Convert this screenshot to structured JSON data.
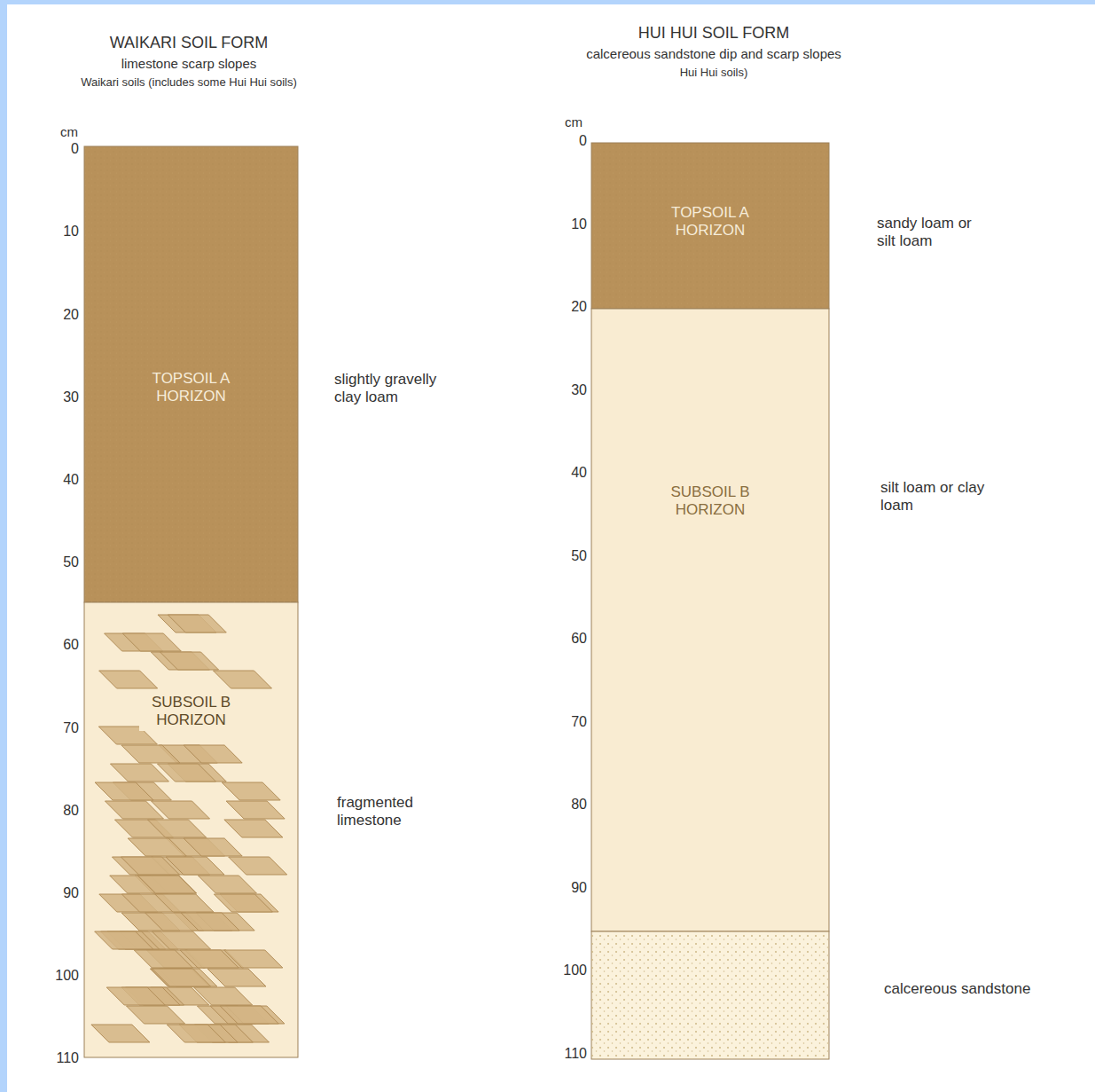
{
  "diagram": {
    "nodes": [
      {
        "text": [
          "TOPSOIL A HORIZON",
          "slightly gravelly clay loam"
        ]
      },
      {
        "text": [
          "SUBSOIL B HORIZON",
          "fragmented limestone"
        ]
      },
      {
        "text": [
          "TOPSOIL A HORIZON",
          "sandy loam or silt loam"
        ]
      },
      {
        "text": [
          "SUBSOIL B HORIZON",
          "silt loam or clay loam"
        ]
      },
      {
        "text": [
          "calcereous sandstone"
        ]
      }
    ],
    "labels": [
      "WAIKARI SOIL FORM",
      "limestone scarp slopes",
      "Waikari soils (includes some Hui Hui soils)",
      "HUI HUI SOIL FORM",
      "calcereous sandstone dip and scarp slopes",
      "Hui Hui soils)",
      "cm",
      "0",
      "10",
      "20",
      "30",
      "40",
      "50",
      "60",
      "70",
      "80",
      "90",
      "100",
      "110",
      "cm",
      "0",
      "10",
      "20",
      "30",
      "40",
      "50",
      "60",
      "70",
      "80",
      "90",
      "100",
      "110"
    ]
  }
}
